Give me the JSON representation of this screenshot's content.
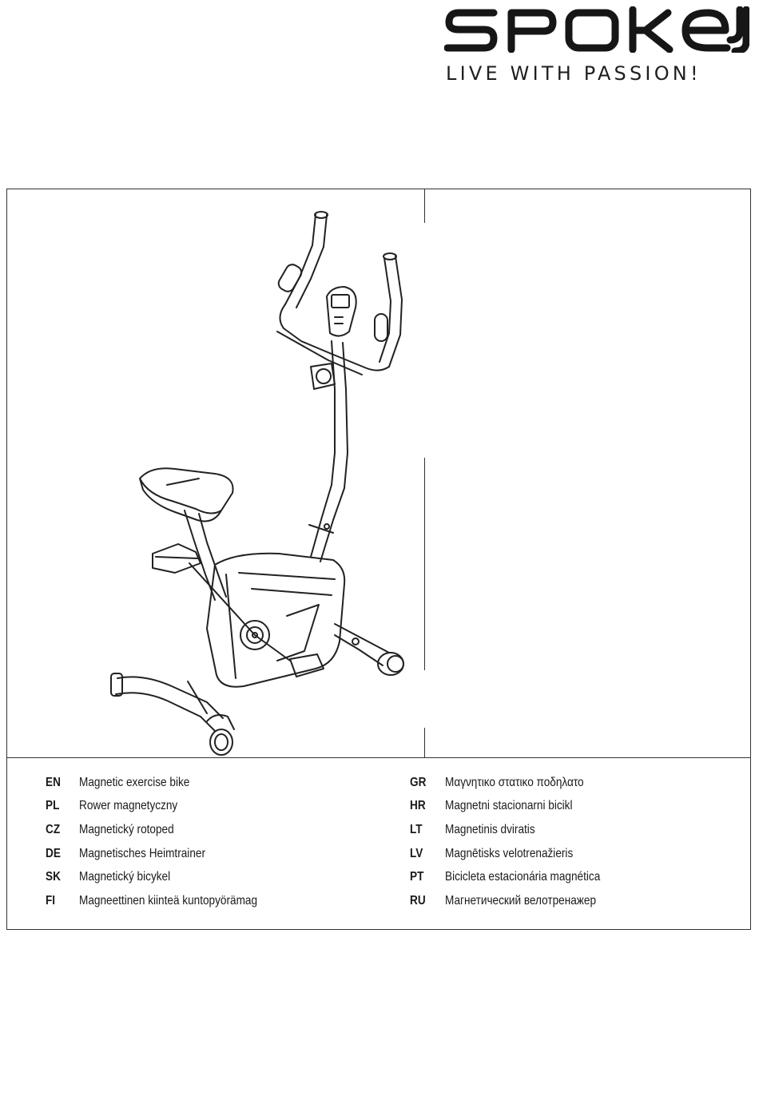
{
  "brand": {
    "logo_text": "SPOKEY",
    "tagline": "LIVE WITH PASSION!"
  },
  "illustration": {
    "subject": "bike-illustration"
  },
  "languages_left": [
    {
      "code": "EN",
      "name": "Magnetic exercise bike"
    },
    {
      "code": "PL",
      "name": "Rower magnetyczny"
    },
    {
      "code": "CZ",
      "name": "Magnetický rotoped"
    },
    {
      "code": "DE",
      "name": "Magnetisches Heimtrainer"
    },
    {
      "code": "SK",
      "name": "Magnetický bicykel"
    },
    {
      "code": "FI",
      "name": "Magneettinen kiinteä kuntopyörämag"
    }
  ],
  "languages_right": [
    {
      "code": "GR",
      "name": "Μαγνητικο στατικο ποδηλατο"
    },
    {
      "code": "HR",
      "name": "Magnetni stacionarni bicikl"
    },
    {
      "code": "LT",
      "name": "Magnetinis dviratis"
    },
    {
      "code": "LV",
      "name": "Magnētisks velotrenažieris"
    },
    {
      "code": "PT",
      "name": "Bicicleta estacionária magnética"
    },
    {
      "code": "RU",
      "name": "Магнетический велотренажер"
    }
  ]
}
